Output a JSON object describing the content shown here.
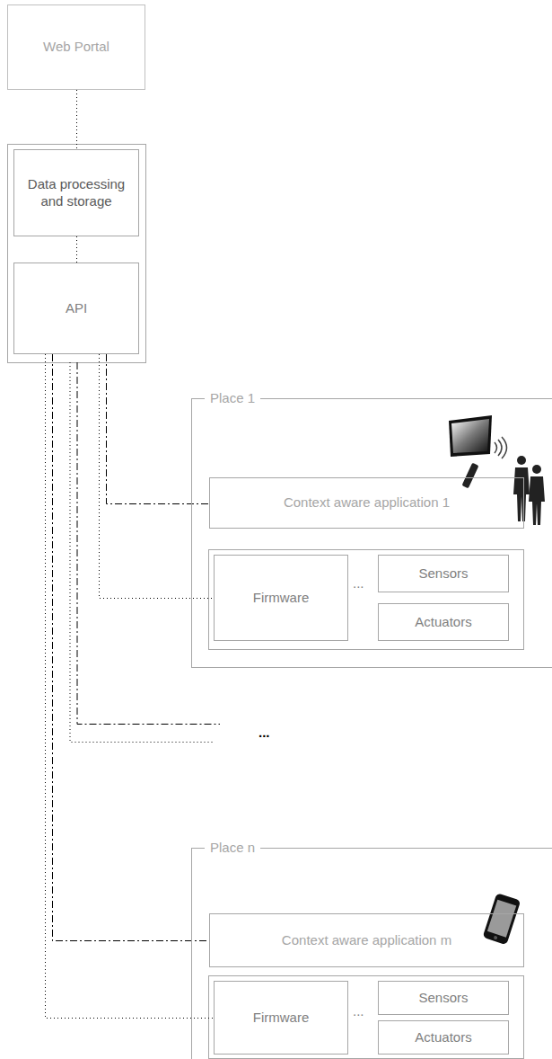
{
  "diagram": {
    "nodes": [
      {
        "text": [
          "Web Portal"
        ]
      },
      {
        "text": [
          "Data processing and storage"
        ]
      },
      {
        "text": [
          "API"
        ]
      },
      {
        "text": [
          "Place 1"
        ]
      },
      {
        "text": [
          "Context aware application 1"
        ],
        "in": 3
      },
      {
        "text": [
          "Firmware"
        ],
        "in": 3
      },
      {
        "text": [
          "Sensors"
        ],
        "in": 3
      },
      {
        "text": [
          "Actuators"
        ],
        "in": 3
      },
      {
        "text": [
          "Place n"
        ]
      },
      {
        "text": [
          "Context aware application m"
        ],
        "in": 8
      },
      {
        "text": [
          "Firmware"
        ],
        "in": 8
      },
      {
        "text": [
          "Sensors"
        ],
        "in": 8
      },
      {
        "text": [
          "Actuators"
        ],
        "in": 8
      }
    ],
    "edges": [
      {
        "from": 0,
        "to": 1,
        "arrow": "none"
      },
      {
        "from": 1,
        "to": 2,
        "arrow": "none"
      },
      {
        "from": 2,
        "to": 4,
        "arrow": "none"
      },
      {
        "from": 2,
        "to": 5,
        "arrow": "none"
      },
      {
        "from": 2,
        "to": 9,
        "arrow": "none"
      },
      {
        "from": 2,
        "to": 10,
        "arrow": "none"
      }
    ],
    "labels": [
      "...",
      "...",
      "..."
    ]
  }
}
